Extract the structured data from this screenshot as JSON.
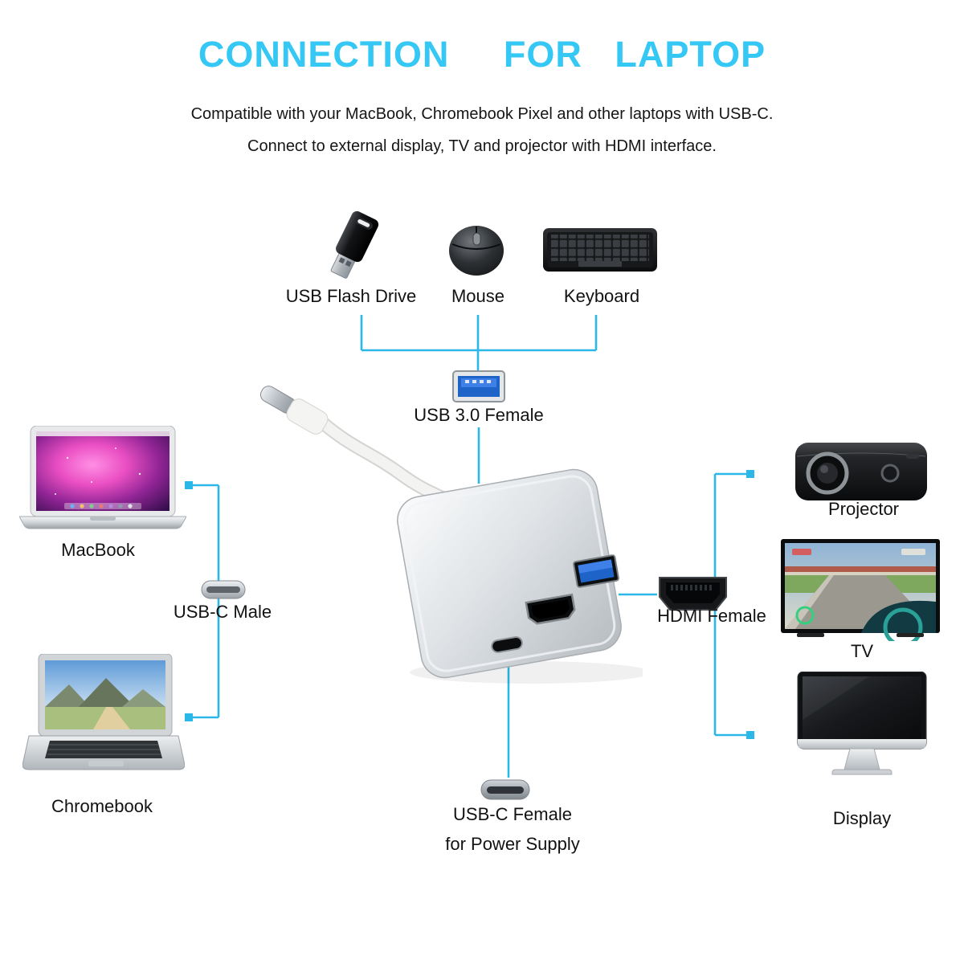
{
  "title": "CONNECTION     FOR   LAPTOP",
  "subtitle": {
    "line1": "Compatible with your MacBook, Chromebook Pixel and other laptops with USB-C.",
    "line2": "Connect to external display, TV and projector with HDMI interface."
  },
  "colors": {
    "accent": "#35c8f5",
    "line": "#2bb7e8",
    "usb_blue": "#1e63c8",
    "text": "#121212"
  },
  "peripherals": [
    {
      "id": "usb-flash-drive",
      "label": "USB Flash Drive"
    },
    {
      "id": "mouse",
      "label": "Mouse"
    },
    {
      "id": "keyboard",
      "label": "Keyboard"
    }
  ],
  "connectors": {
    "usb3_female": {
      "label": "USB 3.0 Female"
    },
    "usbc_male": {
      "label": "USB-C Male"
    },
    "hdmi_female": {
      "label": "HDMI Female"
    },
    "usbc_female": {
      "line1": "USB-C Female",
      "line2": "for Power Supply"
    }
  },
  "left_devices": [
    {
      "id": "macbook",
      "label": "MacBook"
    },
    {
      "id": "chromebook",
      "label": "Chromebook"
    }
  ],
  "right_devices": [
    {
      "id": "projector",
      "label": "Projector"
    },
    {
      "id": "tv",
      "label": "TV"
    },
    {
      "id": "display",
      "label": "Display"
    }
  ]
}
